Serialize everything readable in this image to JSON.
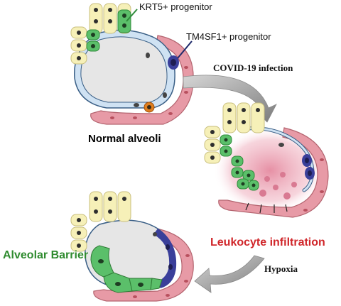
{
  "labels": {
    "krt5": "KRT5+ progenitor",
    "tm4sf1": "TM4SF1+ progenitor",
    "covid": "COVID-19 infection",
    "normal": "Normal alveoli",
    "leukocyte": "Leukocyte infiltration",
    "hypoxia": "Hypoxia",
    "barrier": "Alveolar Barrier"
  },
  "colors": {
    "capillary": "#e79aa6",
    "capillary_edge": "#b4646f",
    "alveolar_lining": "#cfe2f3",
    "lining_edge": "#3a5f86",
    "airway_cell": "#f6f0b8",
    "nucleus": "#2e2e2e",
    "krt5_cell": "#5bbf6a",
    "tm4sf1_cell": "#3a3f9a",
    "macrophage": "#e07f1f",
    "inflammation": "#e9a4b3",
    "arrow": "#8a8a8a",
    "leukocyte_text": "#d0262a",
    "barrier_text": "#2f8b2f"
  }
}
